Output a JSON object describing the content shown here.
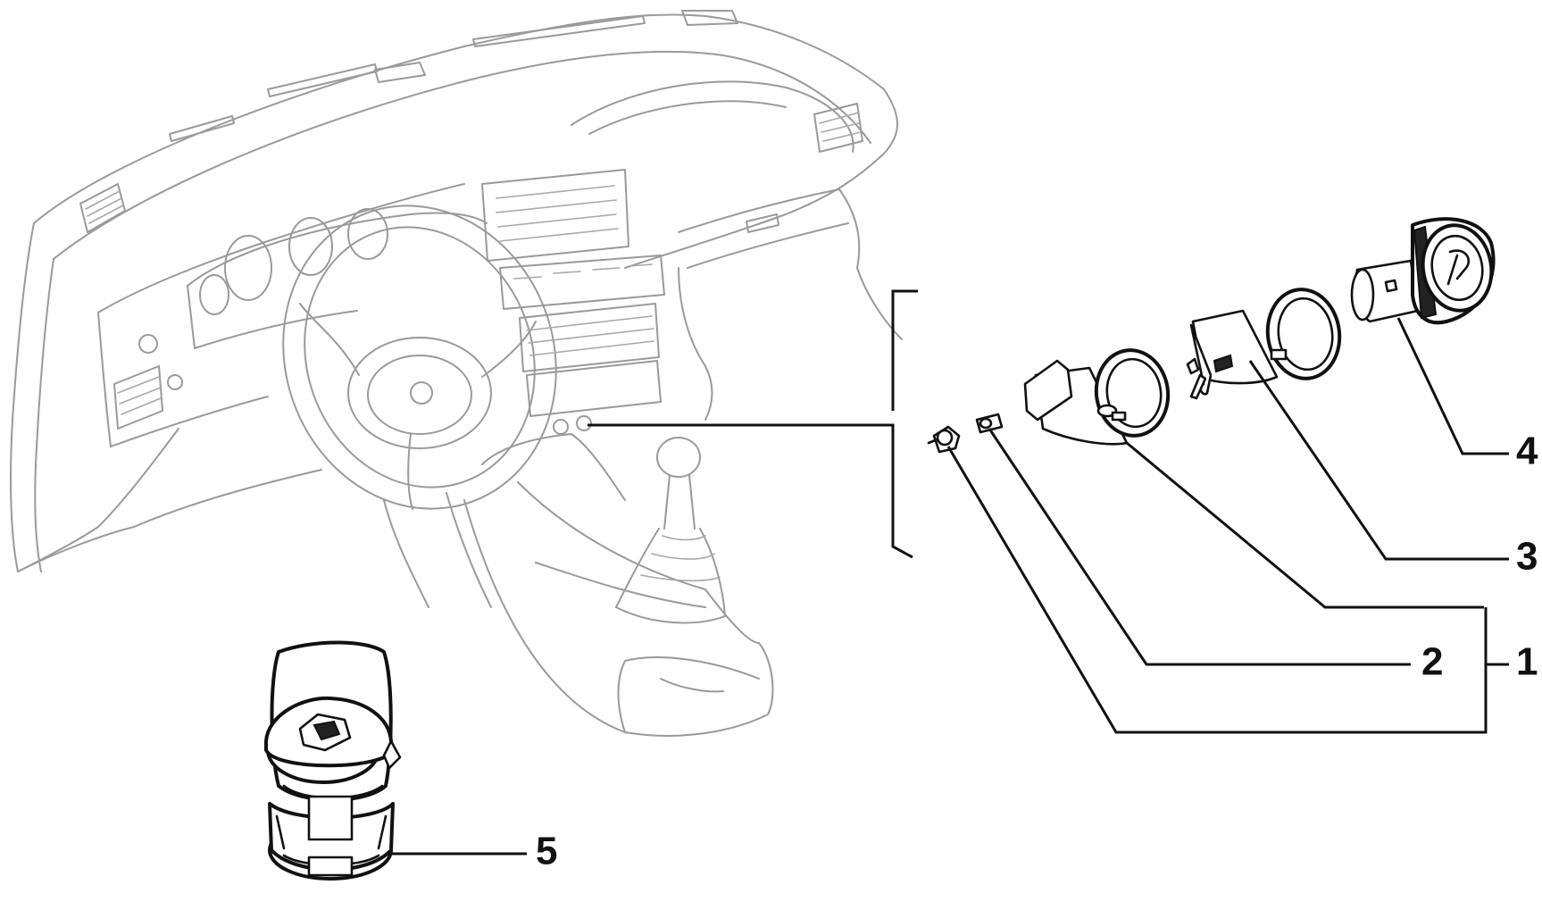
{
  "callouts": {
    "c1": "1",
    "c2": "2",
    "c3": "3",
    "c4": "4",
    "c5": "5"
  },
  "colors": {
    "outline": "#9a9a9a",
    "part_stroke": "#111111",
    "background": "#ffffff"
  },
  "icons": [
    "dashboard-drawing",
    "socket-housing-part",
    "bulb-part",
    "bulb-holder-part",
    "socket-part",
    "lighter-part",
    "cap-part"
  ]
}
